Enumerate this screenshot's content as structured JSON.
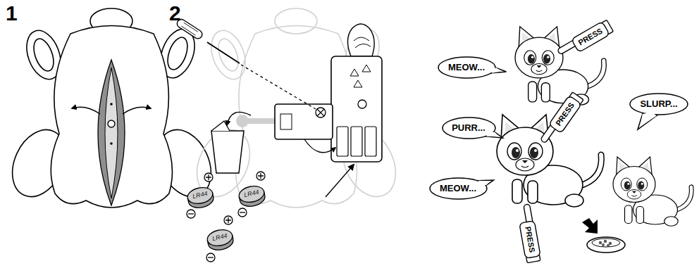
{
  "diagram": {
    "nodes": [
      {
        "text": [
          "LR44"
        ]
      },
      {
        "text": [
          "LR44"
        ]
      },
      {
        "text": [
          "LR44"
        ]
      },
      {
        "text": [
          "MEOW..."
        ]
      },
      {
        "text": [
          "PRESS"
        ]
      },
      {
        "text": [
          "PURR..."
        ]
      },
      {
        "text": [
          "PRESS"
        ]
      },
      {
        "text": [
          "MEOW..."
        ]
      },
      {
        "text": [
          "PRESS"
        ]
      },
      {
        "text": [
          "SLURP..."
        ]
      }
    ],
    "labels": [
      "1",
      "2"
    ]
  }
}
